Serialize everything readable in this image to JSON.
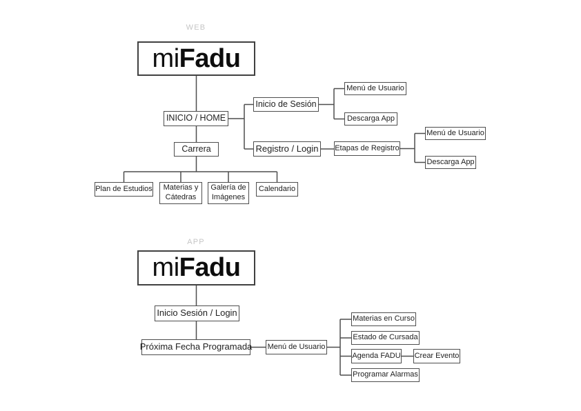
{
  "diagram": {
    "web": {
      "section_label": "WEB",
      "logo": {
        "regular": "mi",
        "bold": "Fadu"
      },
      "nodes": {
        "inicio_home": "INICIO / HOME",
        "carrera": "Carrera",
        "inicio_de_sesion": "Inicio de Sesión",
        "registro_login": "Registro / Login",
        "menu_de_usuario_sesion": "Menú de Usuario",
        "descarga_app_sesion": "Descarga App",
        "etapas_de_registro": "Etapas de Registro",
        "menu_de_usuario_registro": "Menú de Usuario",
        "descarga_app_registro": "Descarga App",
        "plan_de_estudios": "Plan de Estudios",
        "materias_y_catedras": "Materias y Cátedras",
        "galeria_de_imagenes": "Galería de Imágenes",
        "calendario": "Calendario"
      }
    },
    "app": {
      "section_label": "APP",
      "logo": {
        "regular": "mi",
        "bold": "Fadu"
      },
      "nodes": {
        "inicio_sesion_login": "Inicio Sesión / Login",
        "proxima_fecha_programada": "Próxima Fecha Programada",
        "menu_de_usuario": "Menú de Usuario",
        "materias_en_curso": "Materias en Curso",
        "estado_de_cursada": "Estado de Cursada",
        "agenda_fadu": "Agenda FADU",
        "crear_evento": "Crear Evento",
        "programar_alarmas": "Programar Alarmas"
      }
    },
    "colors": {
      "background": "#ffffff",
      "box_border": "#4d4d4d",
      "connector_line": "#4d4d4d",
      "text": "#212121",
      "section_label": "#c5c5c5"
    }
  }
}
